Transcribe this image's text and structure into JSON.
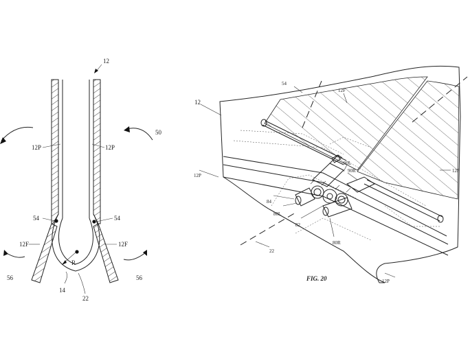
{
  "left_figure": {
    "labels": {
      "ref_12": "12",
      "ref_50": "50",
      "ref_12p_left": "12P",
      "ref_12p_right": "12P",
      "ref_54_left": "54",
      "ref_54_right": "54",
      "ref_12f_left": "12F",
      "ref_12f_right": "12F",
      "ref_56_left": "56",
      "ref_56_right": "56",
      "ref_r": "R",
      "ref_14": "14",
      "ref_22": "22"
    }
  },
  "right_figure": {
    "labels": {
      "ref_12": "12",
      "ref_54": "54",
      "ref_12f": "12F",
      "ref_12p_left": "12P",
      "ref_12p_right": "12P",
      "ref_12p_bottom": "12P",
      "ref_90l": "90L",
      "ref_90r": "90R",
      "ref_84": "84",
      "ref_80l": "80L",
      "ref_82": "82",
      "ref_80r": "80R",
      "ref_22": "22"
    },
    "caption": "FIG. 20"
  }
}
